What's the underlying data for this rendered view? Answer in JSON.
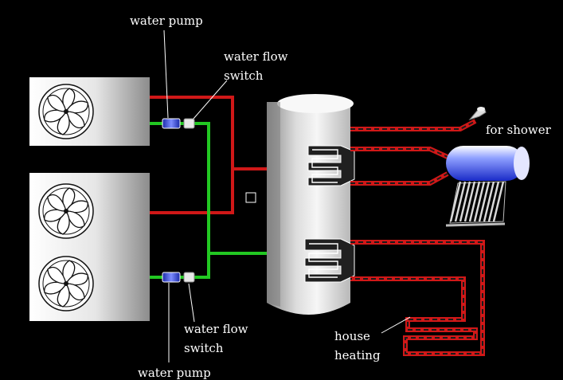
{
  "labels": {
    "pump_top": "water pump",
    "flow_top_1": "water flow",
    "flow_top_2": "switch",
    "shower": "for shower",
    "flow_bottom_1": "water flow",
    "flow_bottom_2": "switch",
    "pump_bottom": "water pump",
    "heating_1": "house",
    "heating_2": "heating"
  },
  "colors": {
    "hot": "#d01818",
    "cold": "#22c822",
    "loop_dash": "#e04848",
    "background": "#000000"
  },
  "icons": {
    "fan": "fan-icon",
    "pump": "water-pump-icon",
    "switch": "flow-switch-icon",
    "shower": "shower-head-icon",
    "solar": "solar-collector-icon",
    "coil": "heat-exchanger-coil-icon"
  }
}
